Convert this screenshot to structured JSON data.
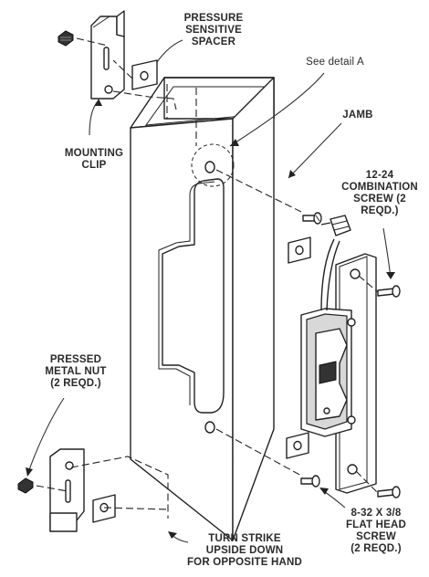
{
  "labels": {
    "pressure_spacer": "PRESSURE\nSENSITIVE\nSPACER",
    "detail": "See detail A",
    "jamb": "JAMB",
    "mounting_clip": "MOUNTING\nCLIP",
    "combo_screw": "12-24\nCOMBINATION\nSCREW (2\nREQD.)",
    "pressed_nut": "PRESSED\nMETAL NUT\n(2 REQD.)",
    "flat_screw": "8-32 X 3/8\nFLAT HEAD\nSCREW\n(2 REQD.)",
    "turn_strike": "TURN STRIKE\nUPSIDE DOWN\nFOR OPPOSITE HAND"
  }
}
